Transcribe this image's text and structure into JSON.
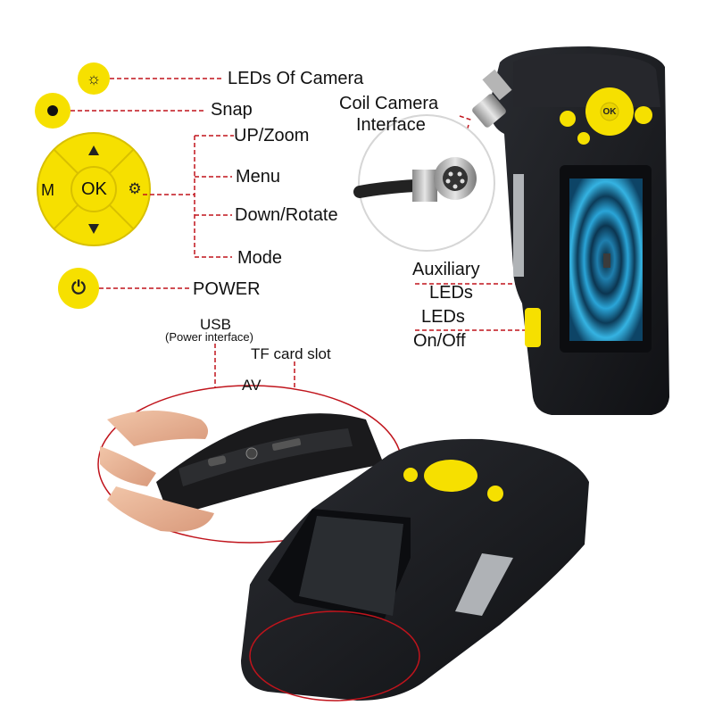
{
  "colors": {
    "yellow": "#f6e000",
    "yellow_dark": "#d8c000",
    "leader": "#c0141c",
    "device_body": "#1b1c20",
    "screen": "#1c8fc2"
  },
  "icons": [
    "sun-icon",
    "dot-icon",
    "gear-icon",
    "power-icon",
    "triangle-up-icon",
    "triangle-down-icon"
  ],
  "keypad": {
    "center": "OK",
    "left": "M"
  },
  "labels": {
    "leds_of_camera": "LEDs Of Camera",
    "snap": "Snap",
    "up_zoom": "UP/Zoom",
    "menu": "Menu",
    "down_rotate": "Down/Rotate",
    "mode": "Mode",
    "power": "POWER",
    "coil_camera_line1": "Coil Camera",
    "coil_camera_line2": "Interface",
    "auxiliary_line1": "Auxiliary",
    "auxiliary_line2": "LEDs",
    "leds_onoff_line1": "LEDs",
    "leds_onoff_line2": "On/Off",
    "usb": "USB",
    "usb_sub": "(Power interface)",
    "tf_card_slot": "TF card slot",
    "av": "AV"
  }
}
